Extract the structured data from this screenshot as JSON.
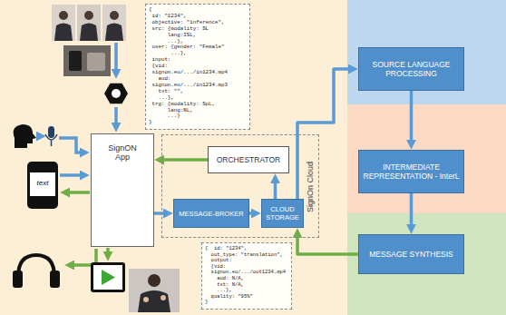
{
  "diagram": {
    "nodes": [
      {
        "text": [
          "{",
          "id: \"1234\",",
          "objective: \"inference\",",
          "src: {modality: SL",
          "lang:ISL,",
          "...},",
          "user: {gender: \"Female\"",
          "...},",
          "input:",
          "{vid:",
          "signon.eu/.../in1234.mp4",
          "aud:",
          "signon.eu/.../in1234.mp3",
          "txt: \"\",",
          "...},",
          "trg: {modality: SpL,",
          "lang:NL,",
          "...}",
          "}"
        ]
      },
      {
        "text": [
          "SignON App"
        ]
      },
      {
        "text": [
          "SignOn Cloud"
        ]
      },
      {
        "text": [
          "ORCHESTRATOR"
        ],
        "in": 2
      },
      {
        "text": [
          "MESSAGE-BROKER"
        ],
        "in": 2
      },
      {
        "text": [
          "CLOUD STORAGE"
        ],
        "in": 2
      },
      {
        "text": [
          "SOURCE LANGUAGE PROCESSING"
        ]
      },
      {
        "text": [
          "INTERMEDIATE REPRESENTATION - InterL"
        ]
      },
      {
        "text": [
          "MESSAGE SYNTHESIS"
        ]
      },
      {
        "text": [
          "{  id: \"1234\",",
          "out_type: \"translation\",",
          "output:",
          "{vid:",
          "signon.eu/.../out1234.mp4",
          "aud: N/A,",
          "txt: N/A,",
          "...},",
          "quality: \"95%\"",
          "}"
        ]
      }
    ],
    "edges": [
      {
        "from": 1,
        "to": 4,
        "arrow": "to"
      },
      {
        "from": 4,
        "to": 5,
        "arrow": "to"
      },
      {
        "from": 5,
        "to": 3,
        "arrow": "to"
      },
      {
        "from": 3,
        "to": 1,
        "arrow": "to"
      },
      {
        "from": 5,
        "to": 6,
        "arrow": "to"
      },
      {
        "from": 6,
        "to": 7,
        "arrow": "to"
      },
      {
        "from": 7,
        "to": 8,
        "arrow": "to"
      },
      {
        "from": 8,
        "to": 5,
        "arrow": "to"
      }
    ],
    "labels": [
      "text"
    ]
  }
}
